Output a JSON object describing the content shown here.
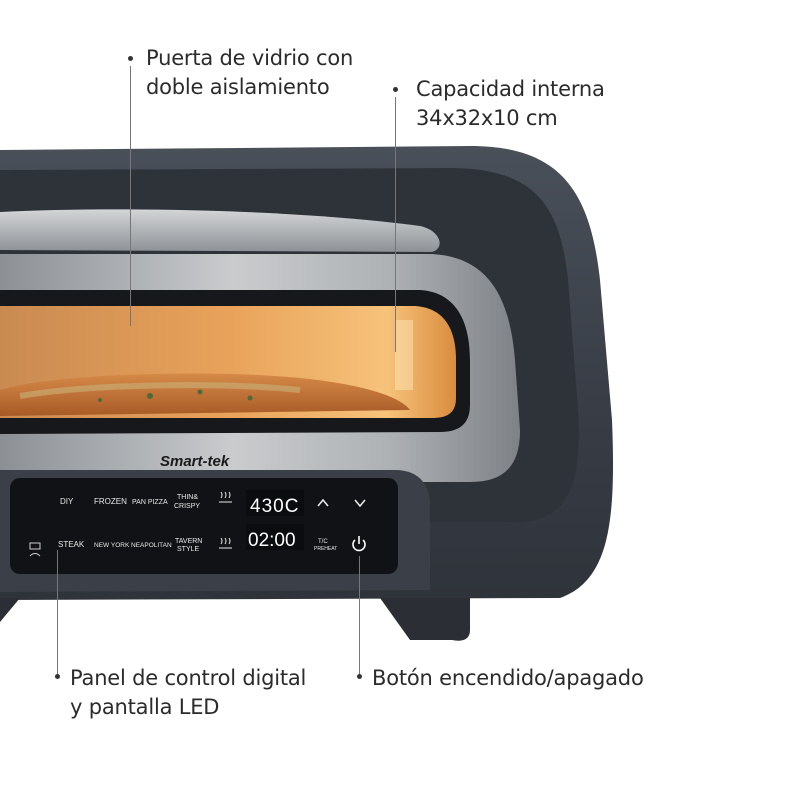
{
  "callouts": {
    "door": {
      "line1": "Puerta de vidrio con",
      "line2": "doble aislamiento"
    },
    "capacity": {
      "line1": "Capacidad interna",
      "line2": "34x32x10 cm"
    },
    "panel": {
      "line1": "Panel de control digital",
      "line2": "y pantalla LED"
    },
    "power": {
      "line1": "Botón encendido/apagado"
    }
  },
  "brand": "Smart-tek",
  "control_panel": {
    "row1": [
      "DIY",
      "FROZEN",
      "PAN PIZZA",
      "THIN&",
      "CRISPY"
    ],
    "row2": [
      "STEAK",
      "NEW YORK",
      "NEAPOLITAN",
      "TAVERN",
      "STYLE"
    ],
    "temperature_display": "430C",
    "time_display": "02:00",
    "preheat_label_top": "T/C",
    "preheat_label_bottom": "PREHEAT",
    "heat_icon": "heat-waves-icon",
    "up_icon": "chevron-up-icon",
    "down_icon": "chevron-down-icon",
    "power_icon": "power-icon",
    "display_color": "#ffffff",
    "panel_color": "#101216"
  },
  "colors": {
    "oven_body": "#3a3f48",
    "steel": "#9ea2a6",
    "interior_glow": "#f0a24a"
  }
}
